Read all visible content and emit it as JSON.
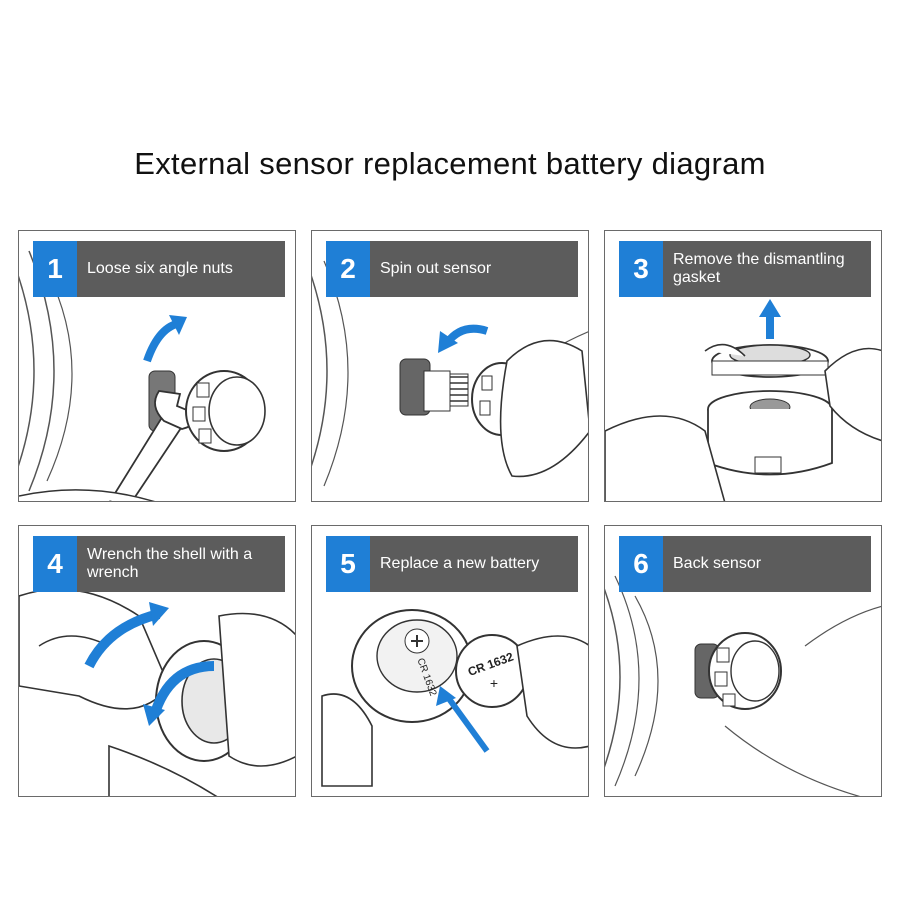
{
  "title": "External sensor replacement battery diagram",
  "accent_color": "#1f7fd6",
  "label_bar_color": "#5c5c5c",
  "steps": [
    {
      "number": "1",
      "text": "Loose six angle nuts"
    },
    {
      "number": "2",
      "text": "Spin out sensor"
    },
    {
      "number": "3",
      "text": "Remove the dismantling gasket"
    },
    {
      "number": "4",
      "text": "Wrench the shell with a wrench"
    },
    {
      "number": "5",
      "text": "Replace a new battery"
    },
    {
      "number": "6",
      "text": "Back sensor"
    }
  ],
  "battery": {
    "face_text": "CR 1632",
    "cell_text": "CR 1632"
  }
}
